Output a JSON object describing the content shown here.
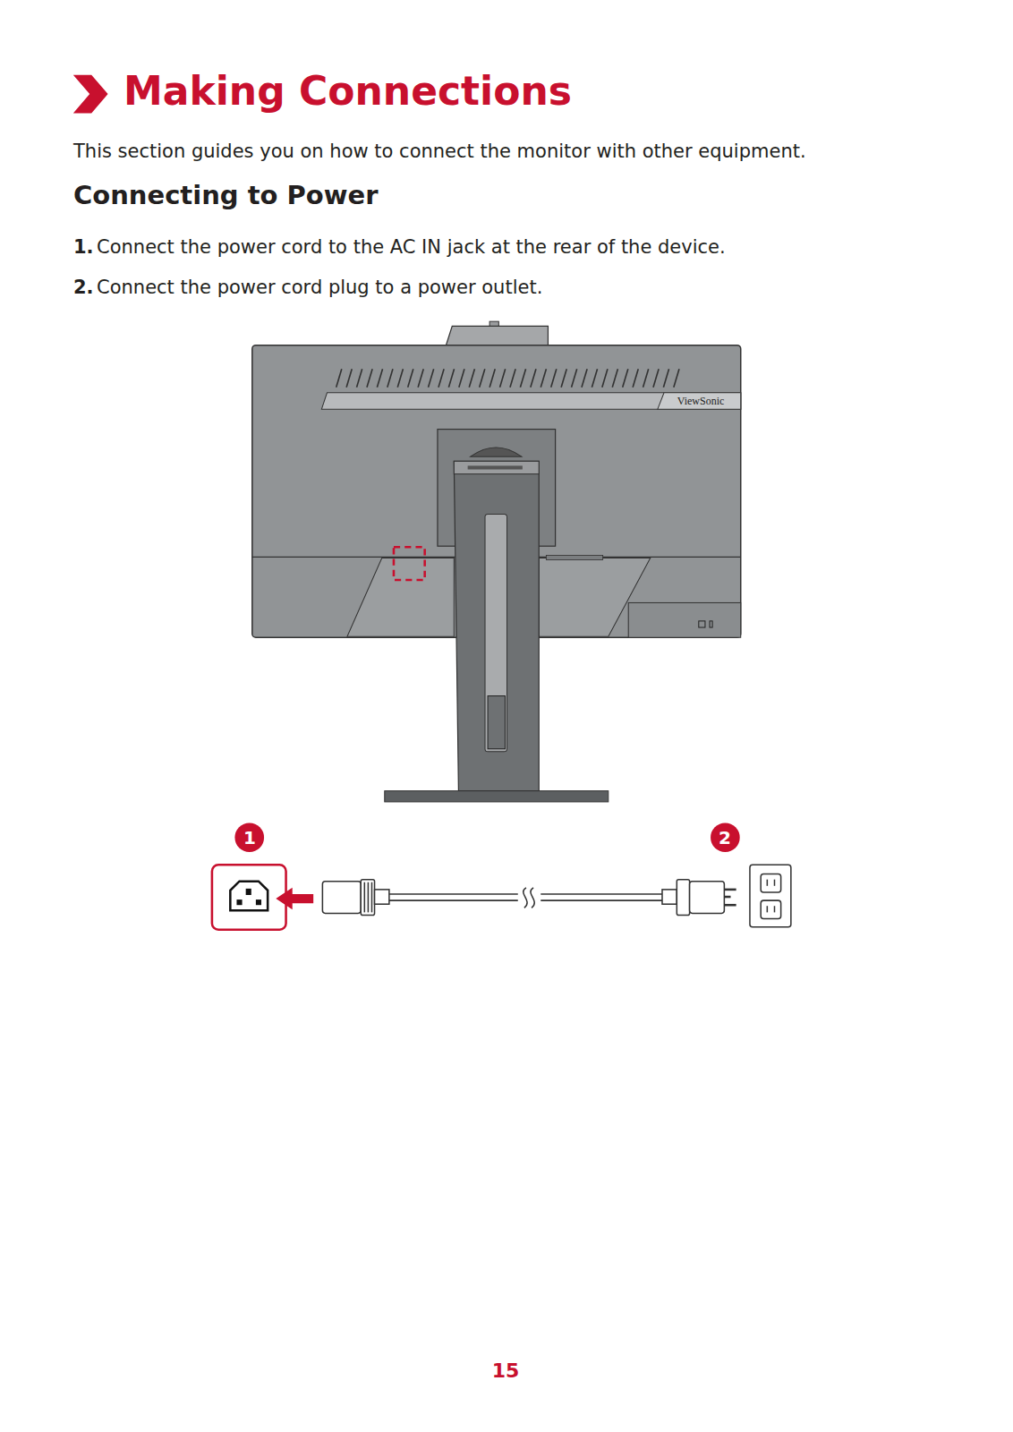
{
  "diagram": {
    "title": "Making Connections",
    "labels": [
      "This section guides you on how to connect the monitor with other equipment.",
      "Connecting to Power",
      "1.",
      "Connect the power cord to the AC IN jack at the rear of the device.",
      "2.",
      "Connect the power cord plug to a power outlet.",
      "ViewSonic",
      "1",
      "2",
      "15"
    ]
  }
}
